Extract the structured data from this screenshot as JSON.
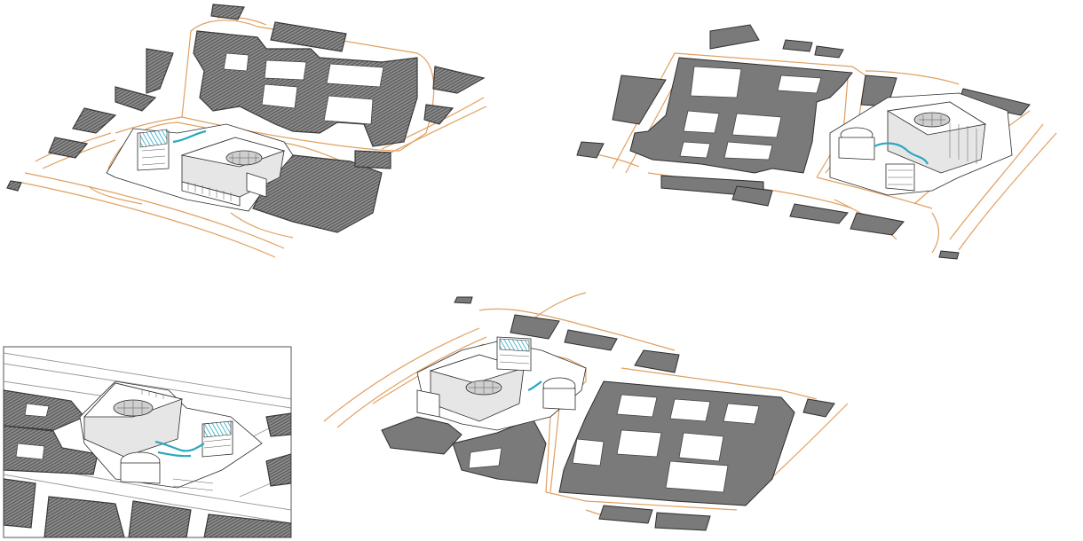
{
  "drawing": {
    "views": [
      "view-top-left",
      "view-top-right",
      "view-bottom-center",
      "view-inset"
    ],
    "colors": {
      "road_line": "#e0a060",
      "hatch_building": "#6a6a6a",
      "solid_block": "#7a7a7a",
      "pedestrian_path": "#2aa8c0",
      "model_outline": "#2a2a2a",
      "background": "#ffffff"
    }
  }
}
